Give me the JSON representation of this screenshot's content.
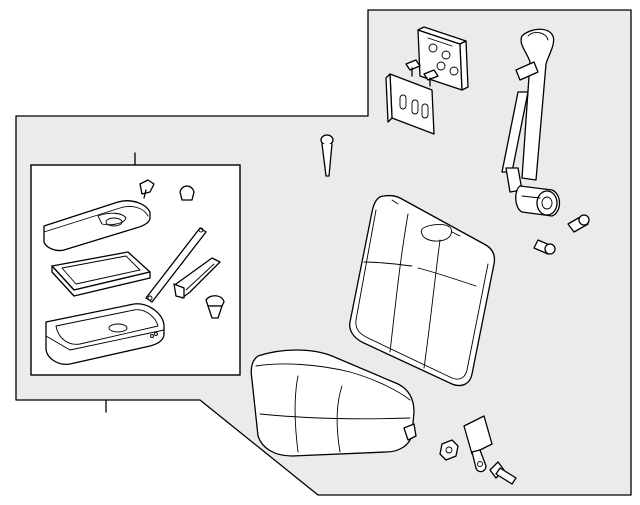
{
  "diagram": {
    "colors": {
      "panel": "#ebebeb",
      "line": "#000000",
      "part_fill": "#ffffff"
    },
    "parts": [
      "shoulder-belt-bracket",
      "belt-guide",
      "clip-fasteners",
      "seat-belt-retractor",
      "retractor-bolts",
      "headrest-guide-pin",
      "seat-back",
      "seat-cushion",
      "buckle",
      "nut",
      "buckle-bolt",
      "console-lid",
      "console-tray",
      "console-base",
      "console-strap",
      "console-hinge",
      "console-clips"
    ]
  }
}
